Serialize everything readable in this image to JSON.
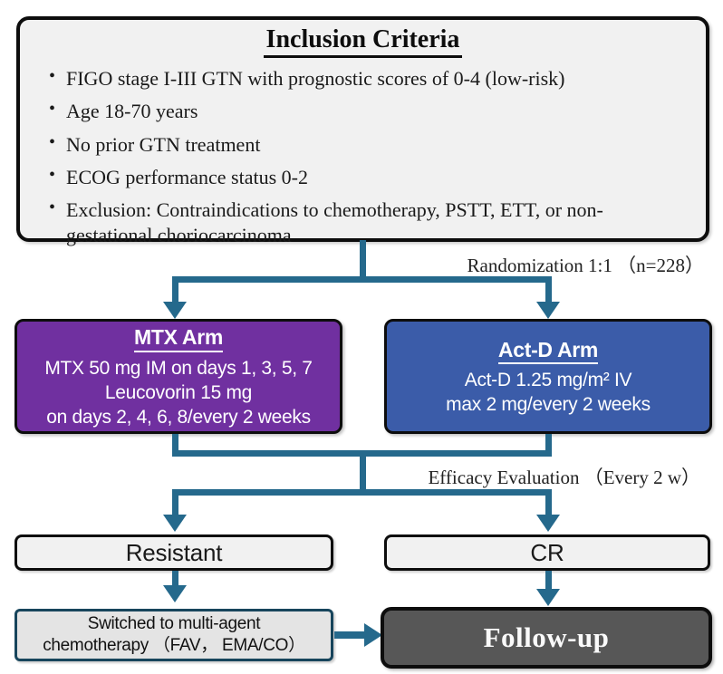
{
  "colors": {
    "arrow": "#25698c",
    "mtx_purple": "#7030a0",
    "actd_blue": "#3b5ca9",
    "light_box": "#f1f1f1",
    "switched_gray": "#e4e4e4",
    "switched_border": "#17455c",
    "followup_gray": "#575757"
  },
  "inclusion": {
    "title": "Inclusion Criteria",
    "bullets": [
      "FIGO stage I-III GTN with prognostic scores of 0-4 (low-risk)",
      "Age 18-70 years",
      "No prior GTN treatment",
      "ECOG performance status 0-2",
      "Exclusion: Contraindications to chemotherapy, PSTT, ETT, or non-gestational choriocarcinoma"
    ]
  },
  "labels": {
    "randomization": "Randomization 1:1 （n=228）",
    "efficacy": "Efficacy Evaluation （Every 2 w）"
  },
  "arms": {
    "mtx": {
      "title": "MTX Arm",
      "lines": [
        "MTX 50 mg IM on days 1, 3, 5, 7",
        "Leucovorin 15 mg",
        "on days 2, 4, 6, 8/every 2 weeks"
      ]
    },
    "actd": {
      "title": "Act-D Arm",
      "lines": [
        "Act-D 1.25 mg/m² IV",
        "max 2 mg/every 2 weeks"
      ]
    }
  },
  "outcomes": {
    "resistant": "Resistant",
    "cr": "CR"
  },
  "final": {
    "switched_lines": [
      "Switched to multi-agent",
      "chemotherapy （FAV， EMA/CO）"
    ],
    "followup": "Follow-up"
  }
}
